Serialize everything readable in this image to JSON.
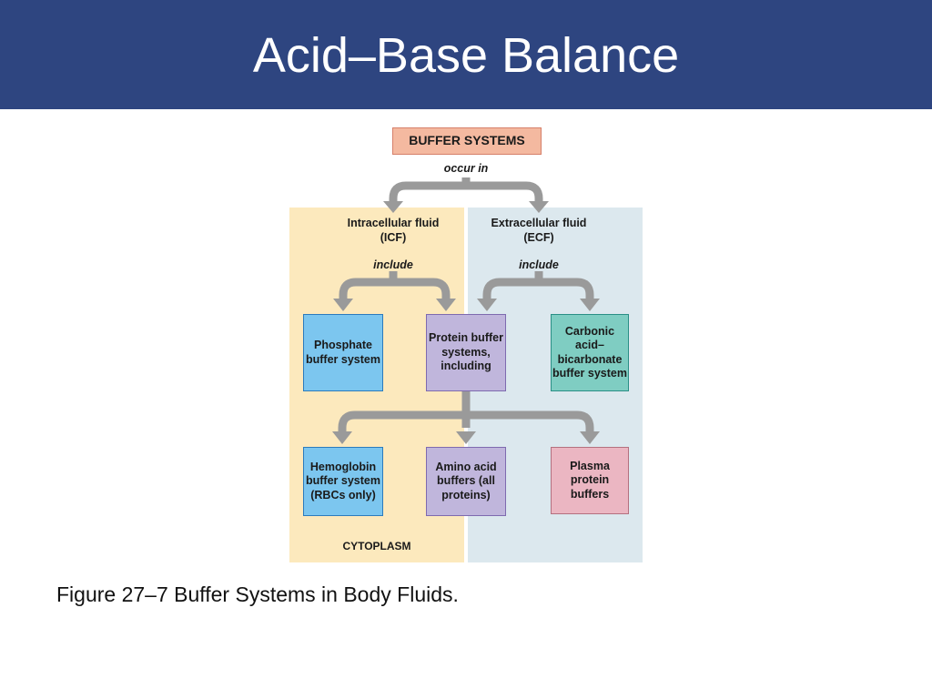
{
  "slide": {
    "title": "Acid–Base Balance",
    "caption": "Figure 27–7 Buffer Systems in Body Fluids."
  },
  "diagram": {
    "root": "BUFFER SYSTEMS",
    "root_link": "occur in",
    "icf": {
      "label": "Intracellular fluid (ICF)",
      "link": "include",
      "region_label": "CYTOPLASM"
    },
    "ecf": {
      "label": "Extracellular fluid (ECF)",
      "link": "include"
    },
    "nodes": {
      "phosphate": "Phosphate buffer system",
      "protein": "Protein buffer systems, including",
      "carbonic": "Carbonic acid– bicarbonate buffer system",
      "hemoglobin": "Hemoglobin buffer system (RBCs only)",
      "amino": "Amino acid buffers (all proteins)",
      "plasma": "Plasma protein buffers"
    },
    "colors": {
      "header_bar": "#2e4580",
      "icf_panel": "#fce9bd",
      "ecf_panel": "#dce8ee",
      "arrow": "#9a9a9a"
    }
  }
}
